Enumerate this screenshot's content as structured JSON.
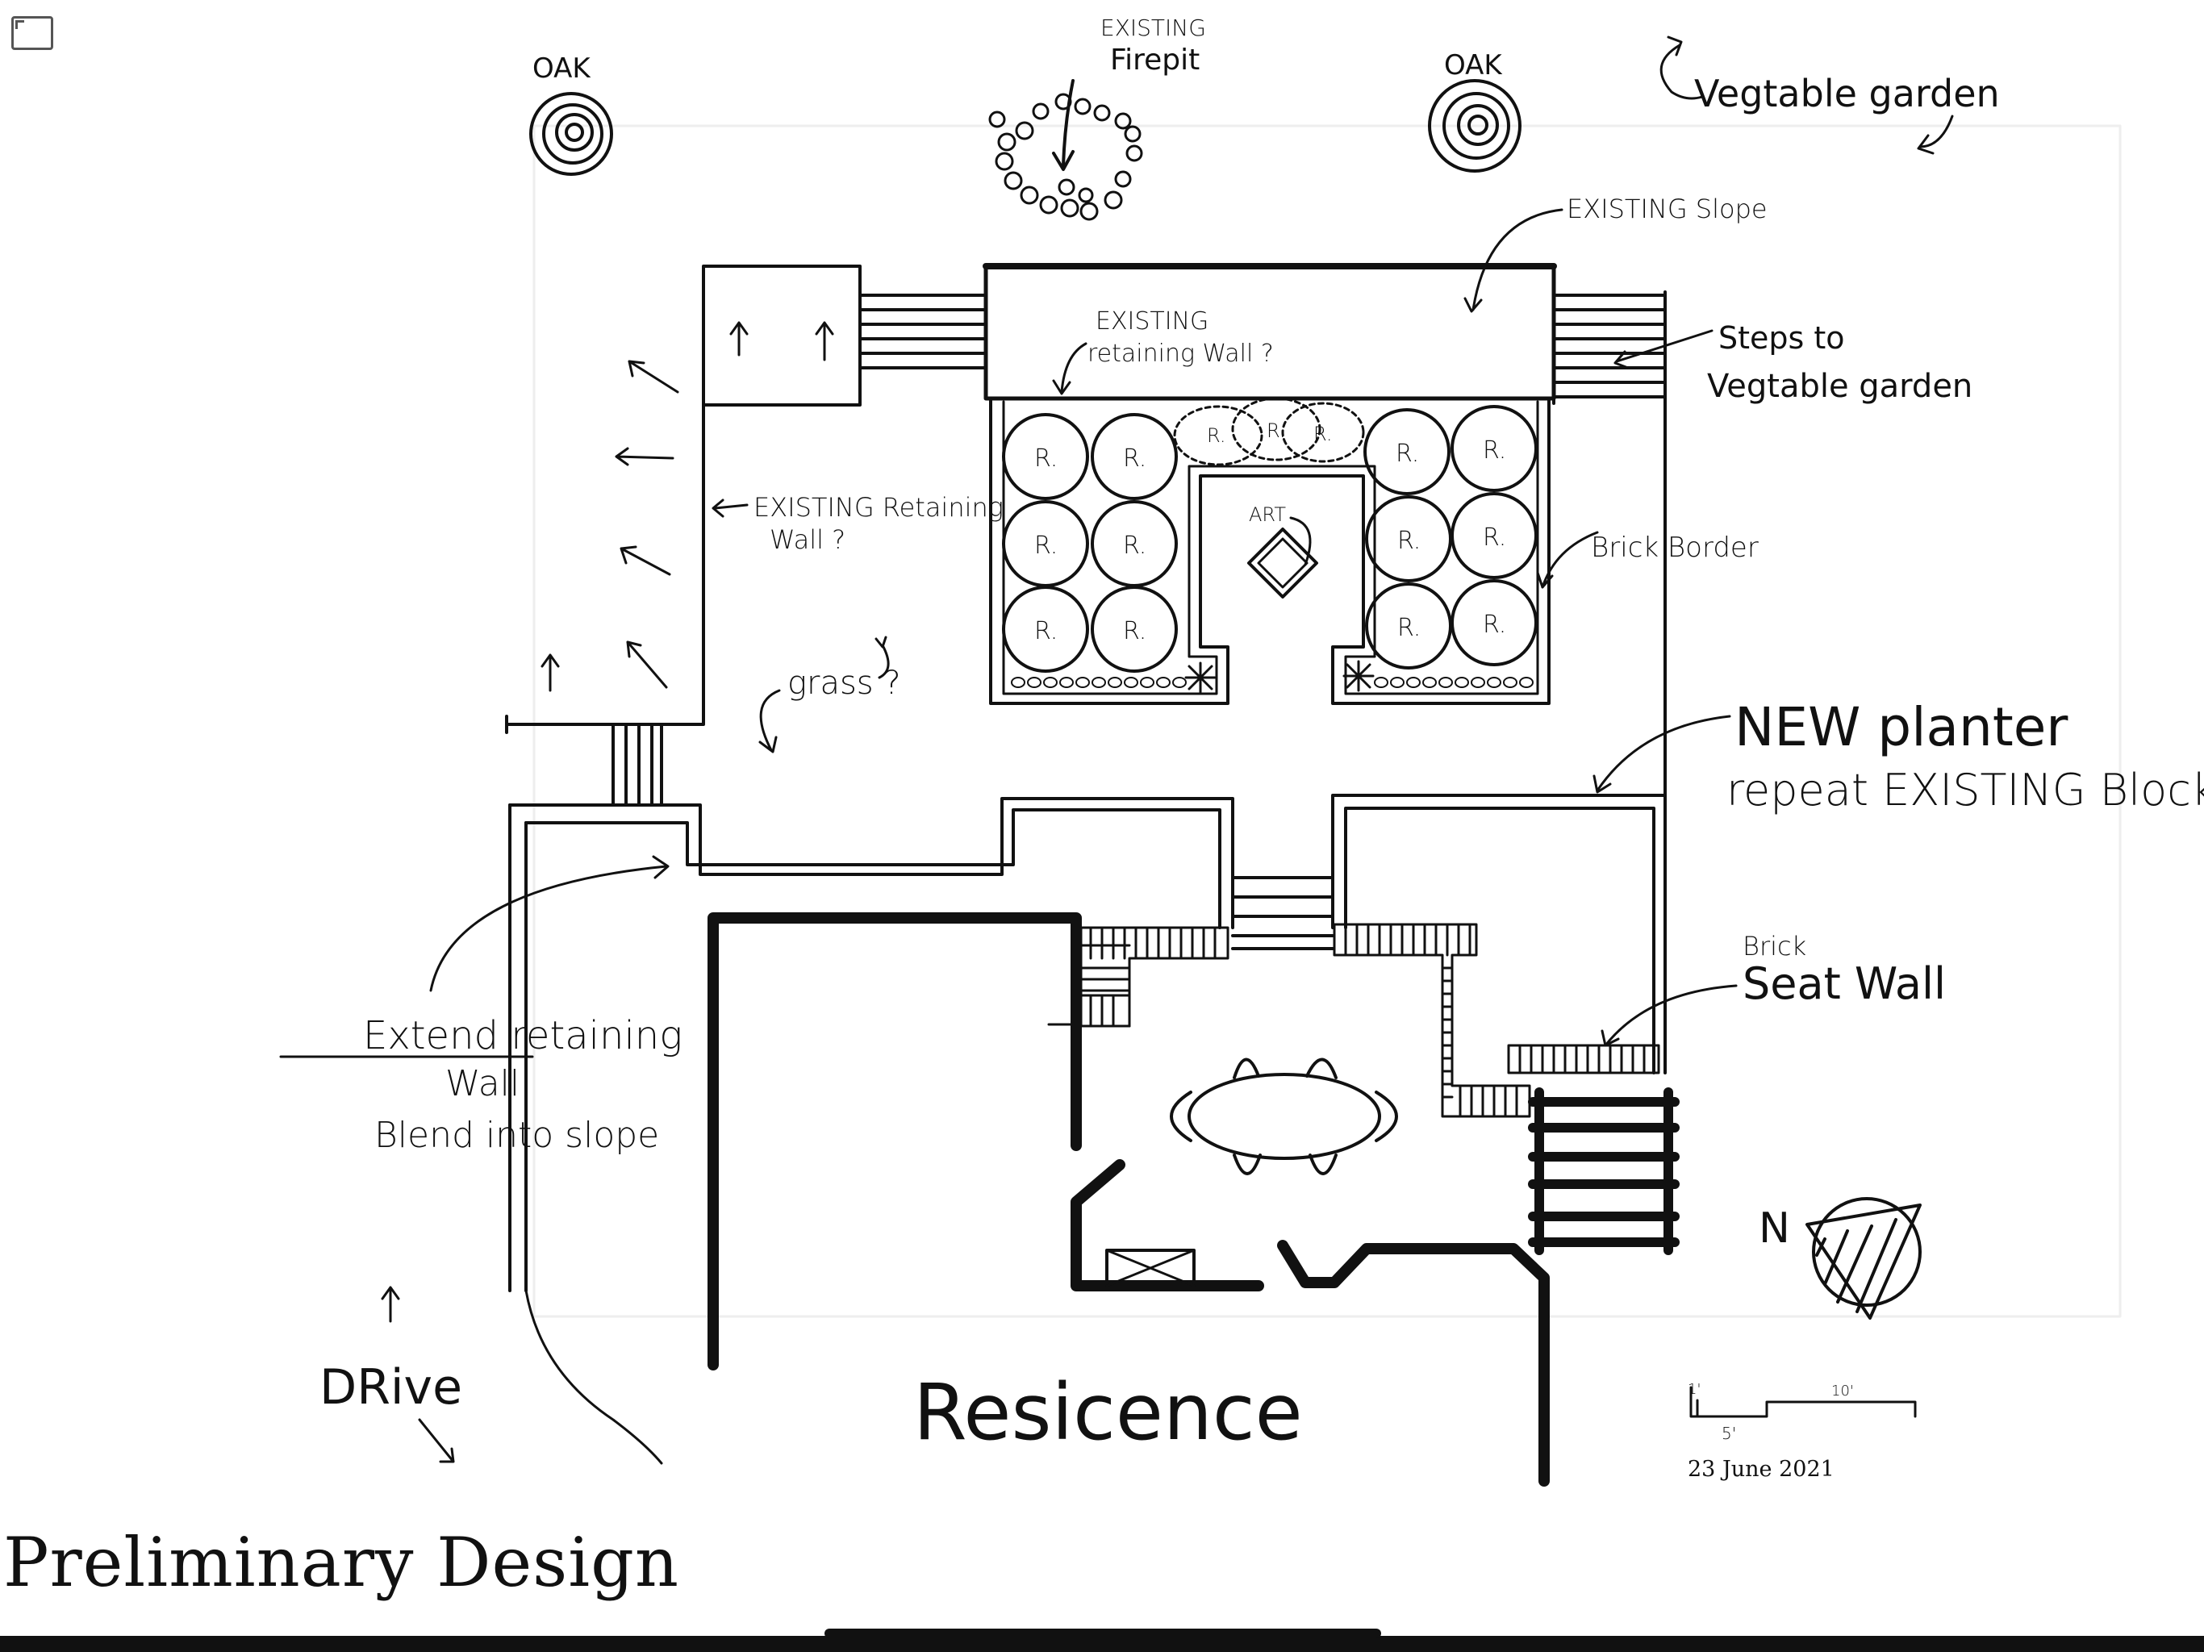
{
  "toolbar": {
    "fullscreen_icon": "fullscreen-icon"
  },
  "labels": {
    "oak_left": "OAK",
    "oak_right": "OAK",
    "firepit_1": "EXISTING",
    "firepit_2": "Firepit",
    "veg_garden_top": "Vegtable garden",
    "existing_slope": "EXISTING Slope",
    "steps_1": "Steps to",
    "steps_2": "Vegtable garden",
    "retwall_top_1": "EXISTING",
    "retwall_top_2": "retaining Wall ?",
    "retwall_left_1": "EXISTING Retaining",
    "retwall_left_2": "Wall ?",
    "art": "ART",
    "brick_border": "Brick Border",
    "grass": "grass ?",
    "new_planter_1": "NEW planter",
    "new_planter_2": "repeat EXISTING Block",
    "brick_seat_1": "Brick",
    "brick_seat_2": "Seat Wall",
    "extend_1": "Extend retaining",
    "extend_2": "Wall",
    "extend_3": "Blend into slope",
    "north": "N",
    "drive": "DRive",
    "residence": "Resicence",
    "rose_mark": "R.",
    "scale_1": "1'",
    "scale_5": "5'",
    "scale_10": "10'"
  },
  "footer": {
    "date": "23 June 2021",
    "title": "Preliminary Design"
  },
  "colors": {
    "ink": "#111111",
    "paper": "#ffffff",
    "sheet_border": "#eeeeee"
  }
}
